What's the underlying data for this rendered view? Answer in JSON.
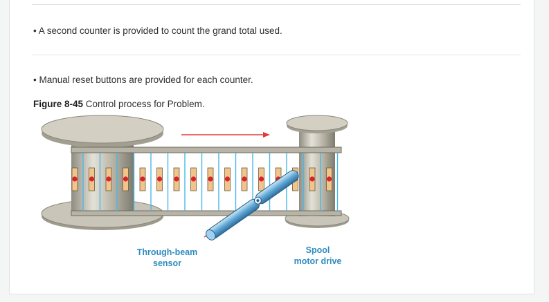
{
  "bullets": [
    "• A second counter is provided to count the grand total used.",
    "• Manual reset buttons are provided for each counter."
  ],
  "figure": {
    "label": "Figure 8-45",
    "caption": " Control process for Problem.",
    "sensor_label_line1": "Through-beam",
    "sensor_label_line2": "sensor",
    "motor_label_line1": "Spool",
    "motor_label_line2": "motor drive"
  },
  "colors": {
    "label_blue": "#2f8cc0",
    "arrow_red": "#e23a3a",
    "beam_blue": "#49b8e8",
    "spool_gray": "#b9b6a6"
  }
}
